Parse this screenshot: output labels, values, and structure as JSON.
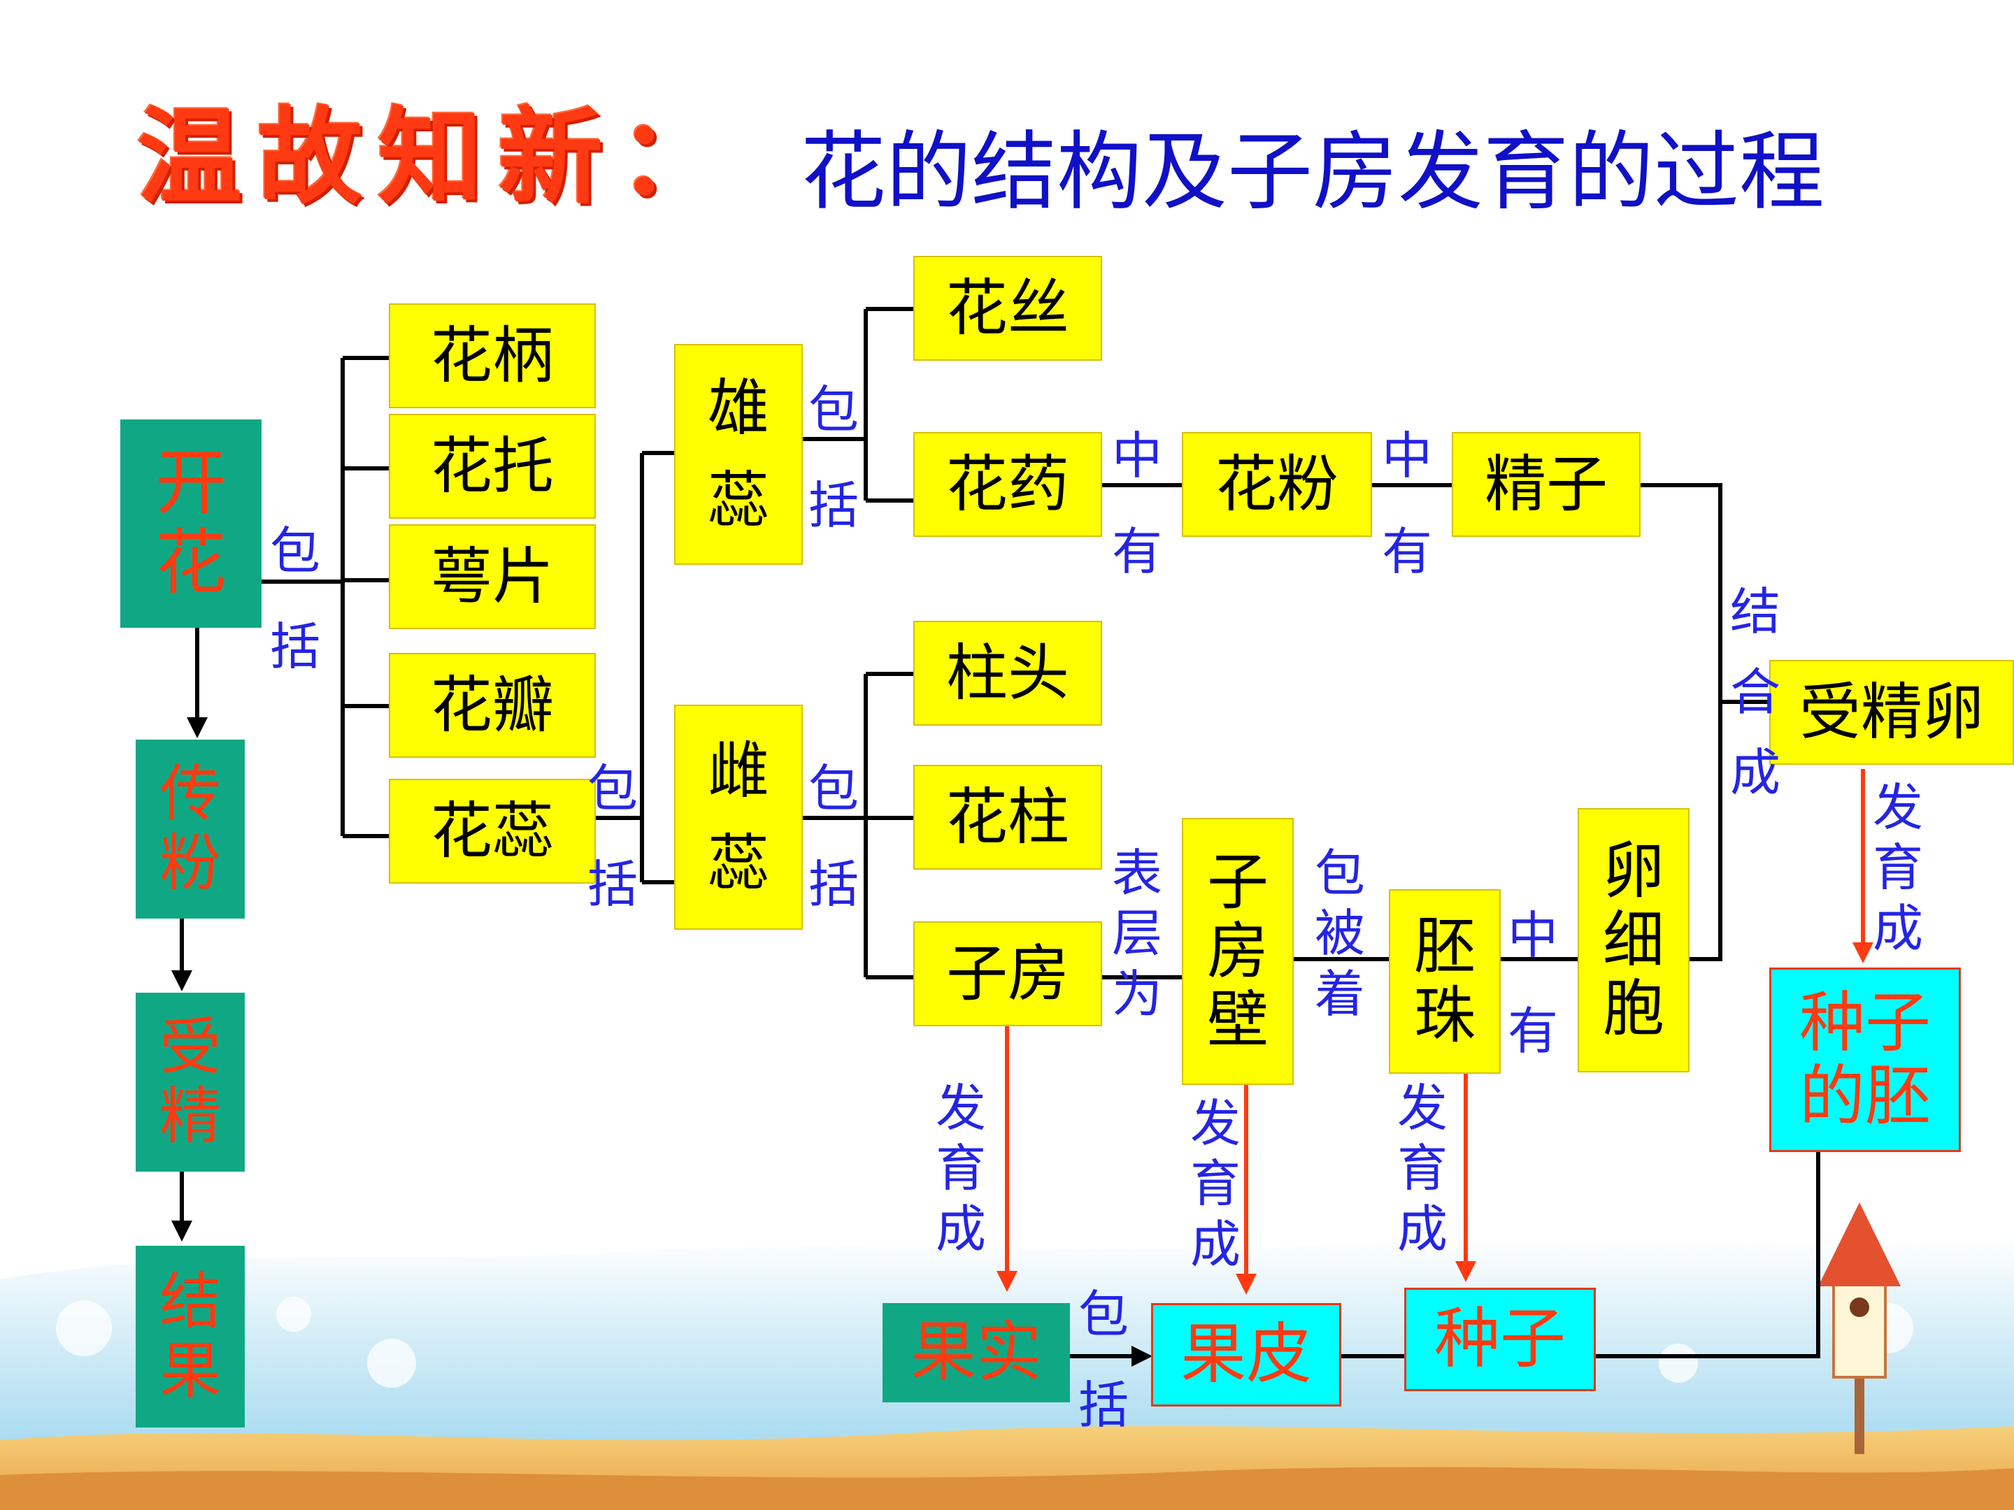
{
  "title": {
    "prefix": "温故知新：",
    "main": "花的结构及子房发育的过程"
  },
  "process": {
    "kaihua": "开\n花",
    "chuanfen": "传\n粉",
    "shoujing": "受\n精",
    "jieguo": "结\n果"
  },
  "parts": {
    "huabing": "花柄",
    "huatuo": "花托",
    "epian": "萼片",
    "huaban": "花瓣",
    "huarui": "花蕊"
  },
  "stamen": {
    "name": "雄\n蕊",
    "huasi": "花丝",
    "huayao": "花药",
    "huafen": "花粉",
    "jingzi": "精子"
  },
  "pistil": {
    "name": "雌\n蕊",
    "zhutou": "柱头",
    "huazhu": "花柱",
    "zifang": "子房",
    "zifangbi": "子\n房\n壁",
    "peizhu": "胚\n珠",
    "luanxibao": "卵\n细\n胞"
  },
  "results": {
    "shoujingluan": "受精卵",
    "zhongzidepei": "种子\n的胚",
    "guoshi": "果实",
    "guopi": "果皮",
    "zhongzi": "种子"
  },
  "labels": {
    "baokuo_v": "包\n括",
    "baokuo_word": "包括",
    "zhongyou": "中\n有",
    "jieheng": "结\n合\n成",
    "fayucheng": "发\n育\n成",
    "biaocengwei": "表\n层\n为",
    "baobeizhe": "包\n被\n着"
  },
  "colors": {
    "box_yellow": "#ffff00",
    "box_green": "#10a884",
    "box_cyan": "#00ffff",
    "title_red": "#ff3a12",
    "title_blue": "#1010c8",
    "label_blue": "#2424e6",
    "arrow_red": "#ff3a10"
  }
}
